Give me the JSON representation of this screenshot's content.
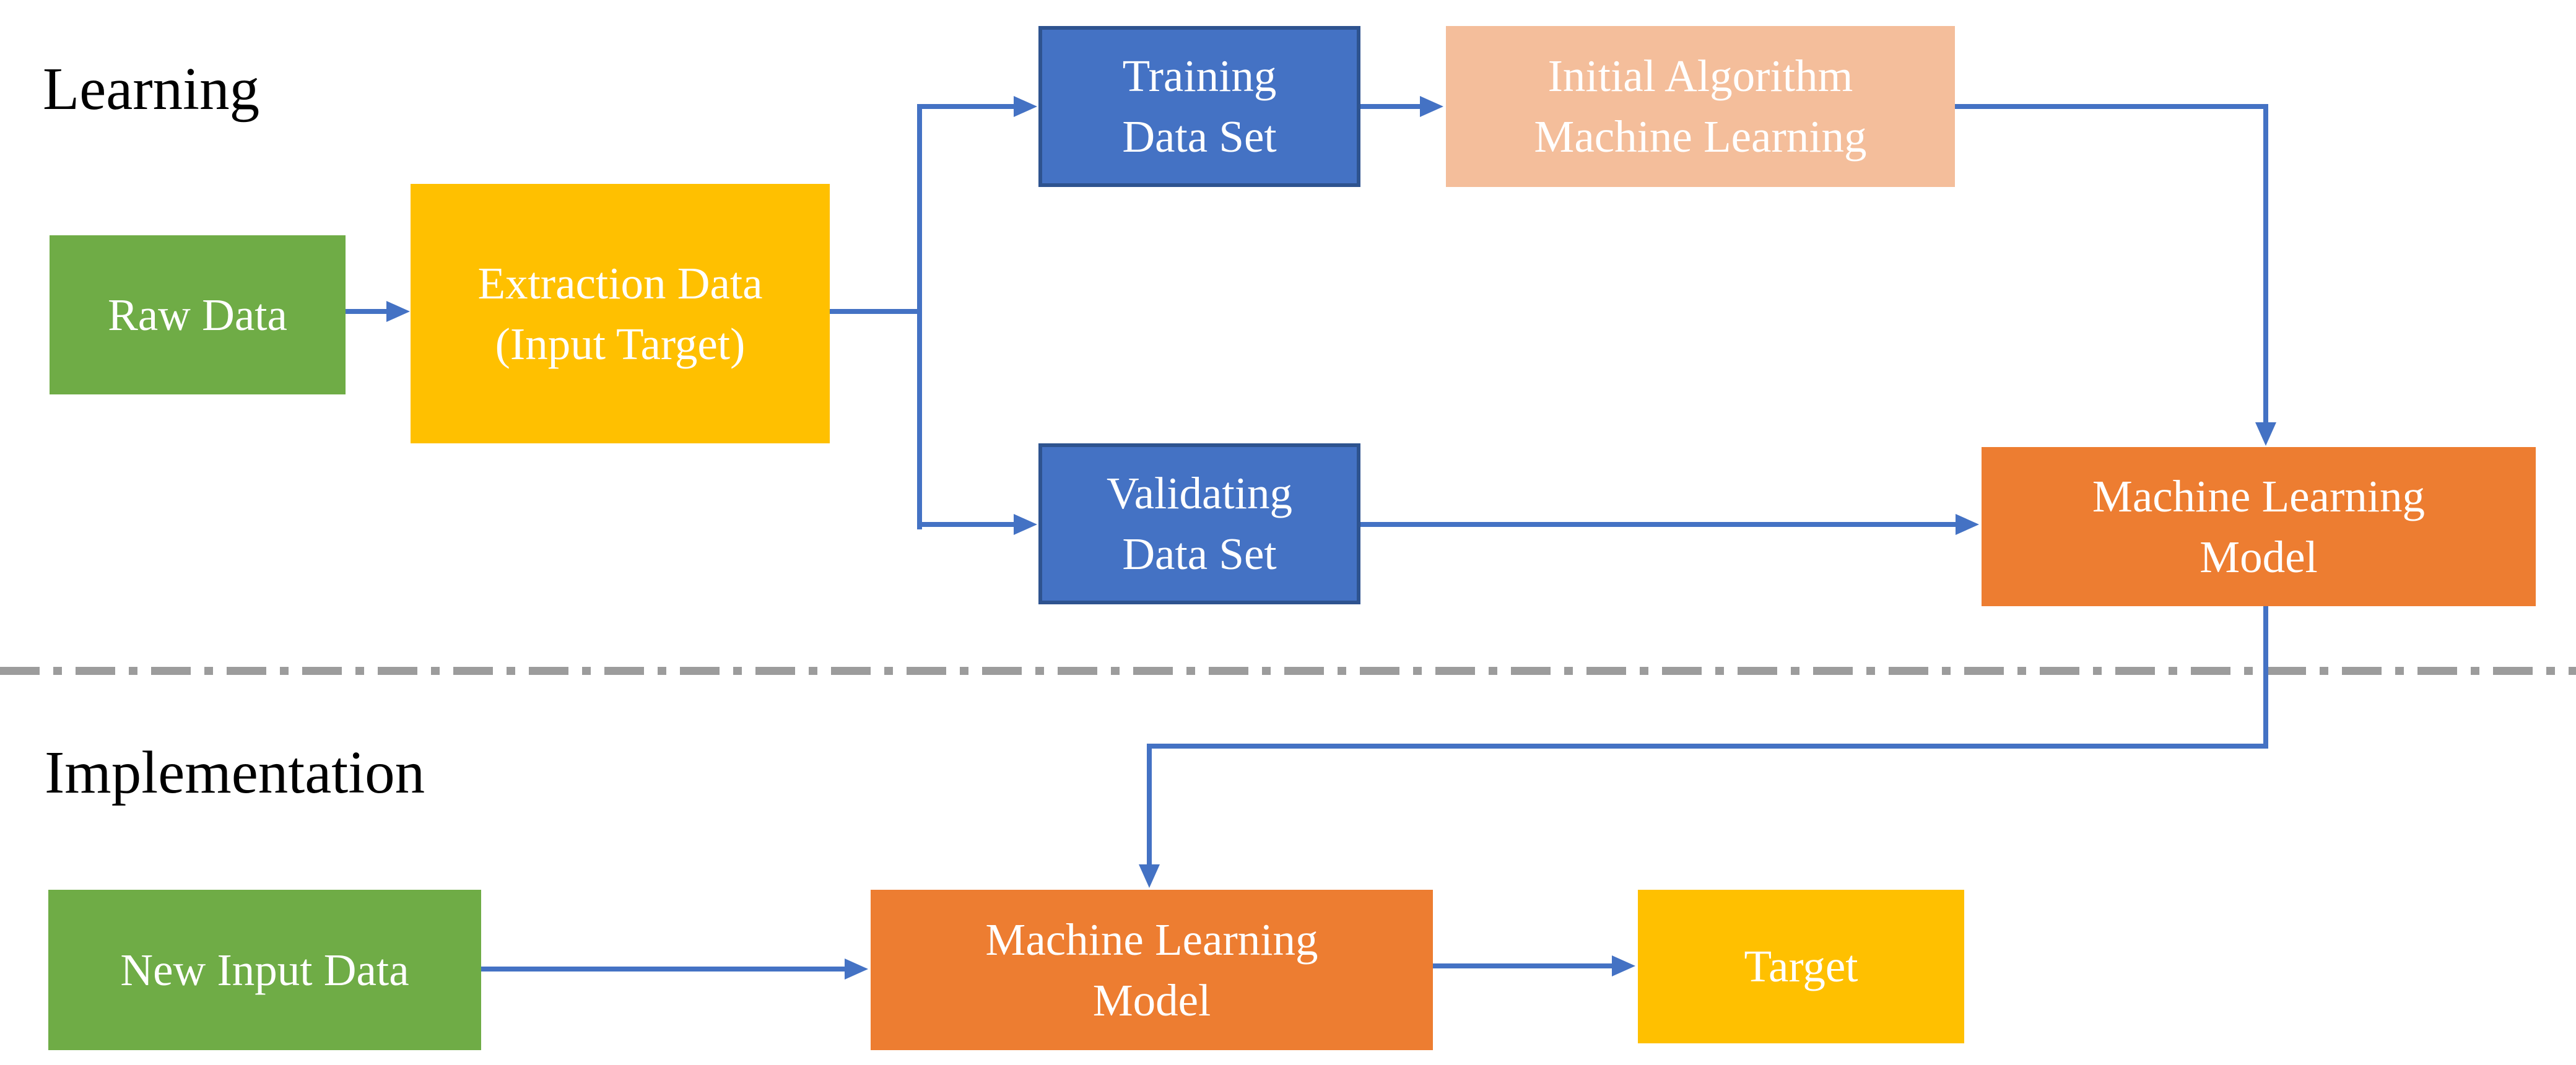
{
  "labels": {
    "learning": "Learning",
    "implementation": "Implementation"
  },
  "boxes": {
    "raw_data": {
      "label": "Raw Data",
      "color": "#6FAC46"
    },
    "extraction": {
      "label": "Extraction Data\n(Input Target)",
      "color": "#FFC000"
    },
    "training": {
      "label": "Training\nData Set",
      "color": "#4472C4",
      "border_color": "#2E538F"
    },
    "initial_algorithm": {
      "label": "Initial Algorithm\nMachine Learning",
      "color": "#F4BE9B"
    },
    "validating": {
      "label": "Validating\nData Set",
      "color": "#4472C4",
      "border_color": "#2E538F"
    },
    "ml_model_learning": {
      "label": "Machine Learning\nModel",
      "color": "#ED7D31"
    },
    "new_input": {
      "label": "New Input Data",
      "color": "#6FAC46"
    },
    "ml_model_implementation": {
      "label": "Machine Learning\nModel",
      "color": "#ED7D31"
    },
    "target": {
      "label": "Target",
      "color": "#FFC000"
    }
  },
  "colors": {
    "connector": "#4472C4",
    "divider": "#9C9C9C",
    "box_text": "#FFFFFF",
    "section_text": "#000000"
  },
  "divider_style": "dash-dot"
}
